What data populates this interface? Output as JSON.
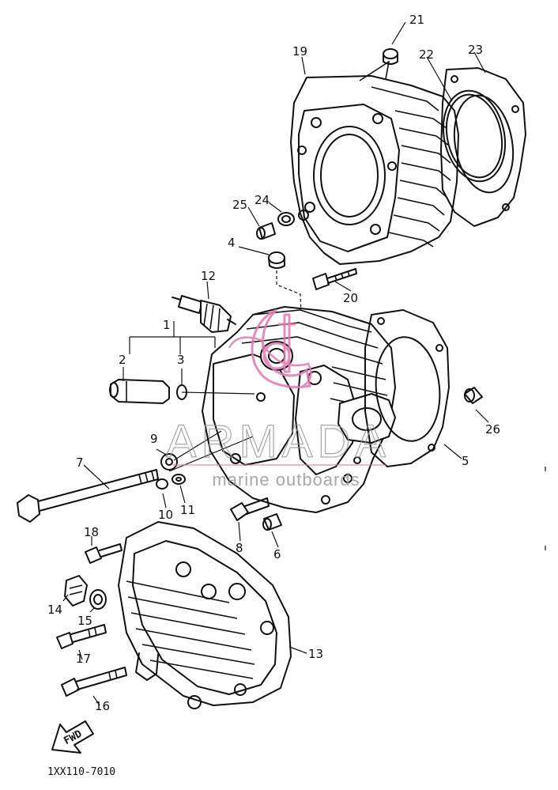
{
  "callouts": [
    "1",
    "2",
    "3",
    "4",
    "5",
    "6",
    "7",
    "8",
    "9",
    "10",
    "11",
    "12",
    "13",
    "14",
    "15",
    "16",
    "17",
    "18",
    "19",
    "20",
    "21",
    "22",
    "23",
    "24",
    "25",
    "26"
  ],
  "diagram_code": "1XX110-7010",
  "fwd_label": "FWD",
  "watermark": {
    "brand": "ARMADA",
    "tagline": "marine outboards",
    "color": "#e07ab0",
    "line_color": "#999999"
  },
  "colors": {
    "ink": "#111111",
    "paper": "#ffffff"
  }
}
